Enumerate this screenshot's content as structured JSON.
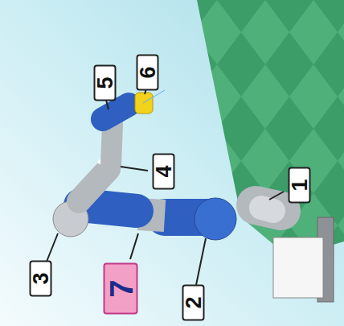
{
  "diagram": {
    "labels": [
      "5",
      "6",
      "4",
      "1",
      "3",
      "7",
      "2"
    ]
  }
}
